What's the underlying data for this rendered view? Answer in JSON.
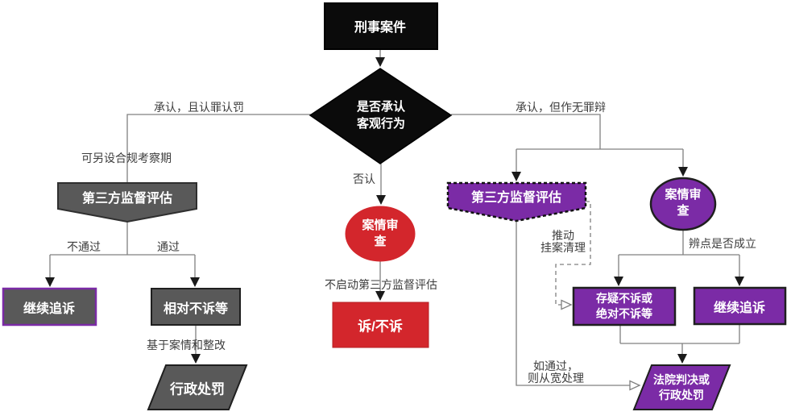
{
  "diagram": {
    "nodes": {
      "start": {
        "label": "刑事案件"
      },
      "decision": {
        "label": "是否承认\n客观行为"
      },
      "left_assessment": {
        "label": "第三方监督评估"
      },
      "continue_left": {
        "label": "继续追诉"
      },
      "relative_nonpros": {
        "label": "相对不诉等"
      },
      "admin_penalty": {
        "label": "行政处罚"
      },
      "case_review_center": {
        "label": "案情审\n查"
      },
      "pros_or_not": {
        "label": "诉/不诉"
      },
      "right_assessment": {
        "label": "第三方监督评估"
      },
      "case_review_right": {
        "label": "案情审\n查"
      },
      "doubtful_nonpros": {
        "label": "存疑不诉或\n绝对不诉等"
      },
      "continue_right": {
        "label": "继续追诉"
      },
      "court_or_admin": {
        "label": "法院判决或\n行政处罚"
      }
    },
    "edge_labels": {
      "admit_plead": "承认，且认罪认罚",
      "compliance_period": "可另设合规考察期",
      "fail": "不通过",
      "pass": "通过",
      "based_on_case": "基于案情和整改",
      "deny": "否认",
      "no_third_party": "不启动第三方监督评估",
      "admit_innocent": "承认，但作无罪辩",
      "push_clear": "推动\n挂案清理",
      "defense_valid": "辨点是否成立",
      "if_pass": "如通过，\n则从宽处理"
    }
  },
  "colors": {
    "node_black": "#0b0b0b",
    "node_gray": "#595959",
    "node_purple": "#7b2ba6",
    "node_red": "#d3262c",
    "line": "#808080",
    "arrow": "#1a1a1a",
    "border_dark": "#1f1f1f",
    "label_text": "#3d3d3d",
    "node_text": "#ffffff"
  }
}
